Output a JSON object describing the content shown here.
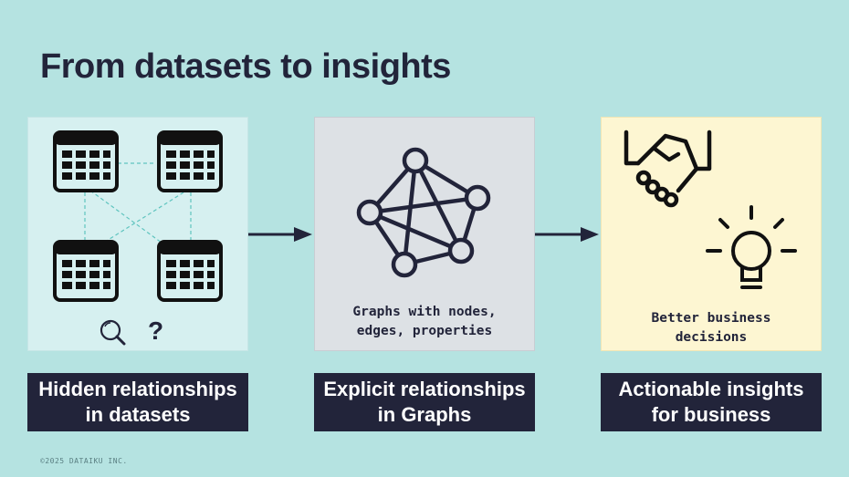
{
  "title": "From datasets to insights",
  "steps": [
    {
      "caption": [
        "Hidden relationships",
        "in datasets"
      ],
      "panel_text": [
        "?"
      ]
    },
    {
      "caption": [
        "Explicit relationships",
        "in Graphs"
      ],
      "panel_text": [
        "Graphs with nodes,",
        "edges, properties"
      ]
    },
    {
      "caption": [
        "Actionable insights",
        "for business"
      ],
      "panel_text": [
        "Better business",
        "decisions"
      ]
    }
  ],
  "footer": "©2025 DATAIKU INC.",
  "icons": [
    "table-icon",
    "search-icon",
    "network-graph-icon",
    "handshake-icon",
    "lightbulb-icon",
    "arrow-right-icon"
  ],
  "colors": {
    "background": "#b5e3e1",
    "dark": "#22243a",
    "panel1": "#d6f0f0",
    "panel2": "#dde1e5",
    "panel3": "#fdf6d2",
    "dashed": "#5fc4bf"
  }
}
